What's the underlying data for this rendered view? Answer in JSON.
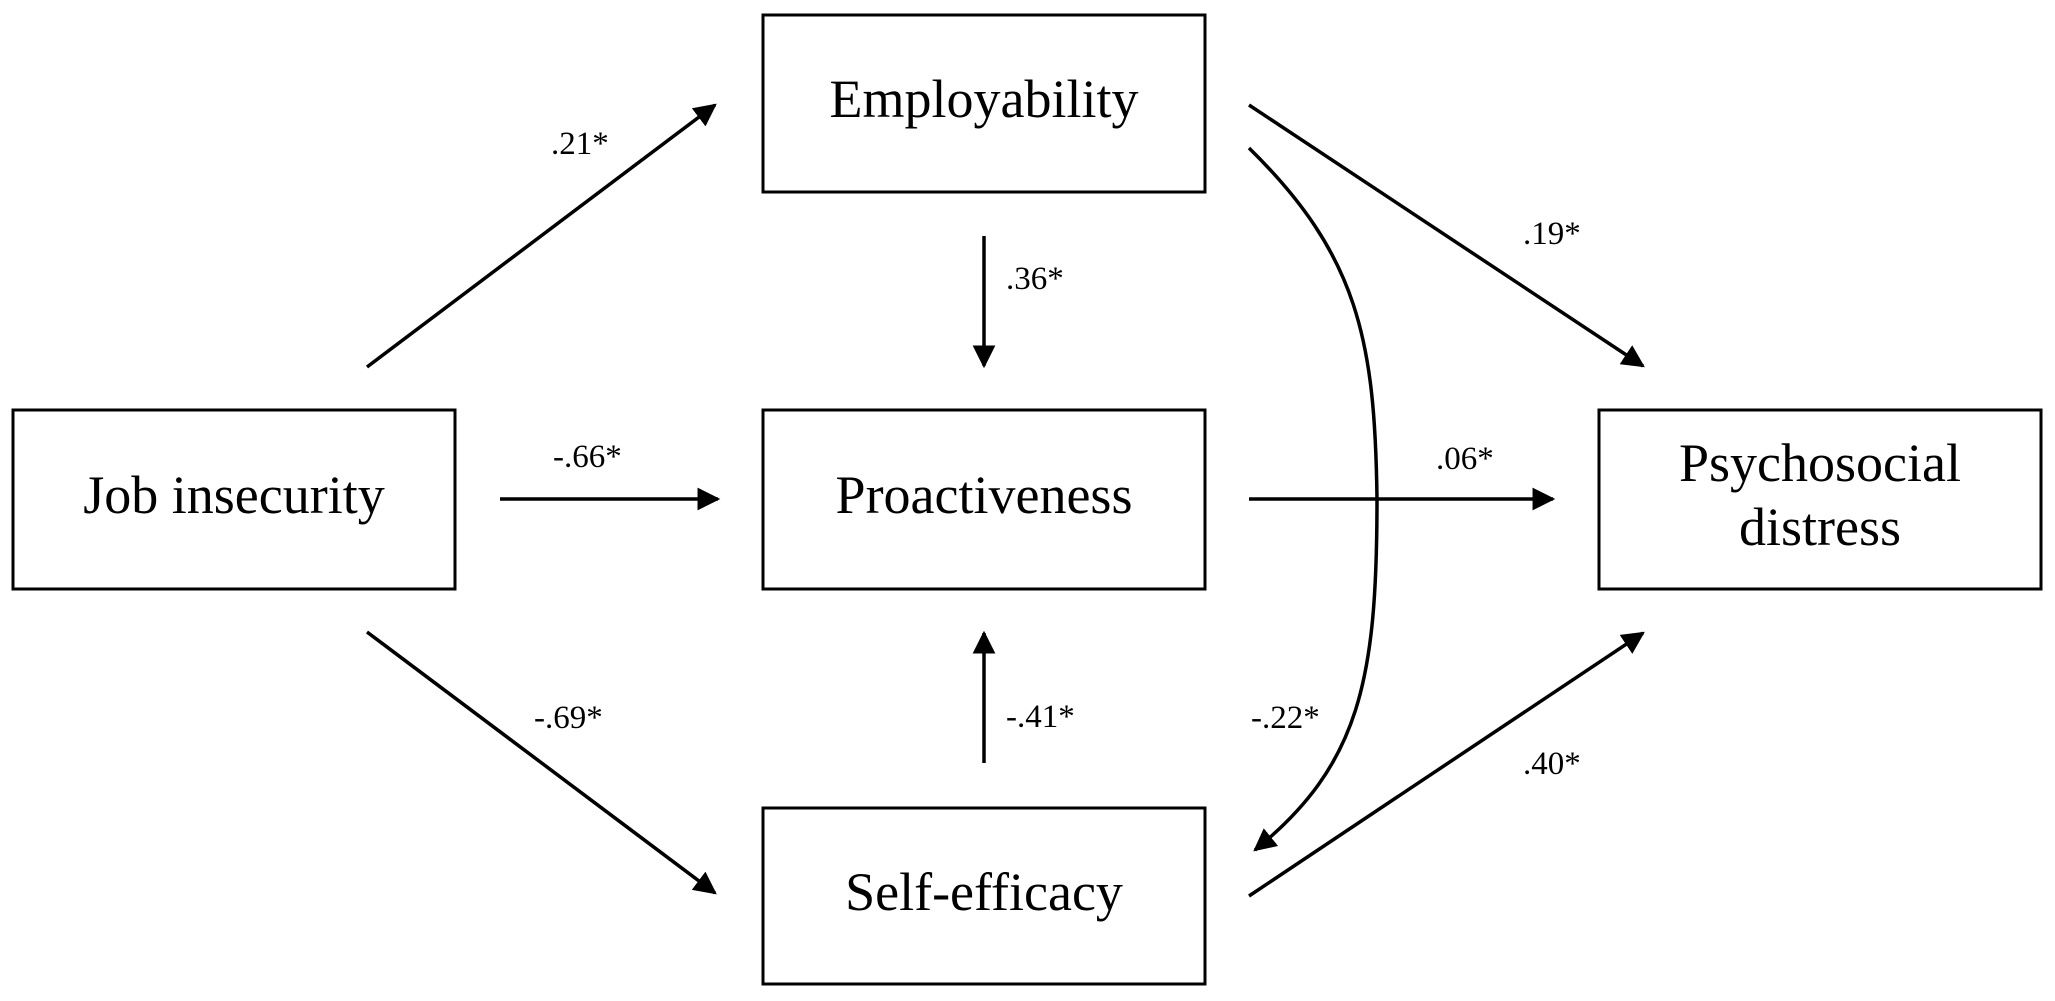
{
  "nodes": {
    "job_insecurity": "Job insecurity",
    "employability": "Employability",
    "proactiveness": "Proactiveness",
    "self_efficacy": "Self-efficacy",
    "psychosocial_distress": [
      "Psychosocial",
      "distress"
    ]
  },
  "paths": {
    "job_insecurity_to_employability": ".21*",
    "job_insecurity_to_proactiveness": "-.66*",
    "job_insecurity_to_self_efficacy": "-.69*",
    "employability_to_proactiveness": ".36*",
    "self_efficacy_to_proactiveness": "-.41*",
    "employability_to_self_efficacy": "-.22*",
    "employability_to_psychosocial_distress": ".19*",
    "proactiveness_to_psychosocial_distress": ".06*",
    "self_efficacy_to_psychosocial_distress": ".40*"
  },
  "colors": {
    "stroke": "#000000",
    "background": "#ffffff"
  }
}
